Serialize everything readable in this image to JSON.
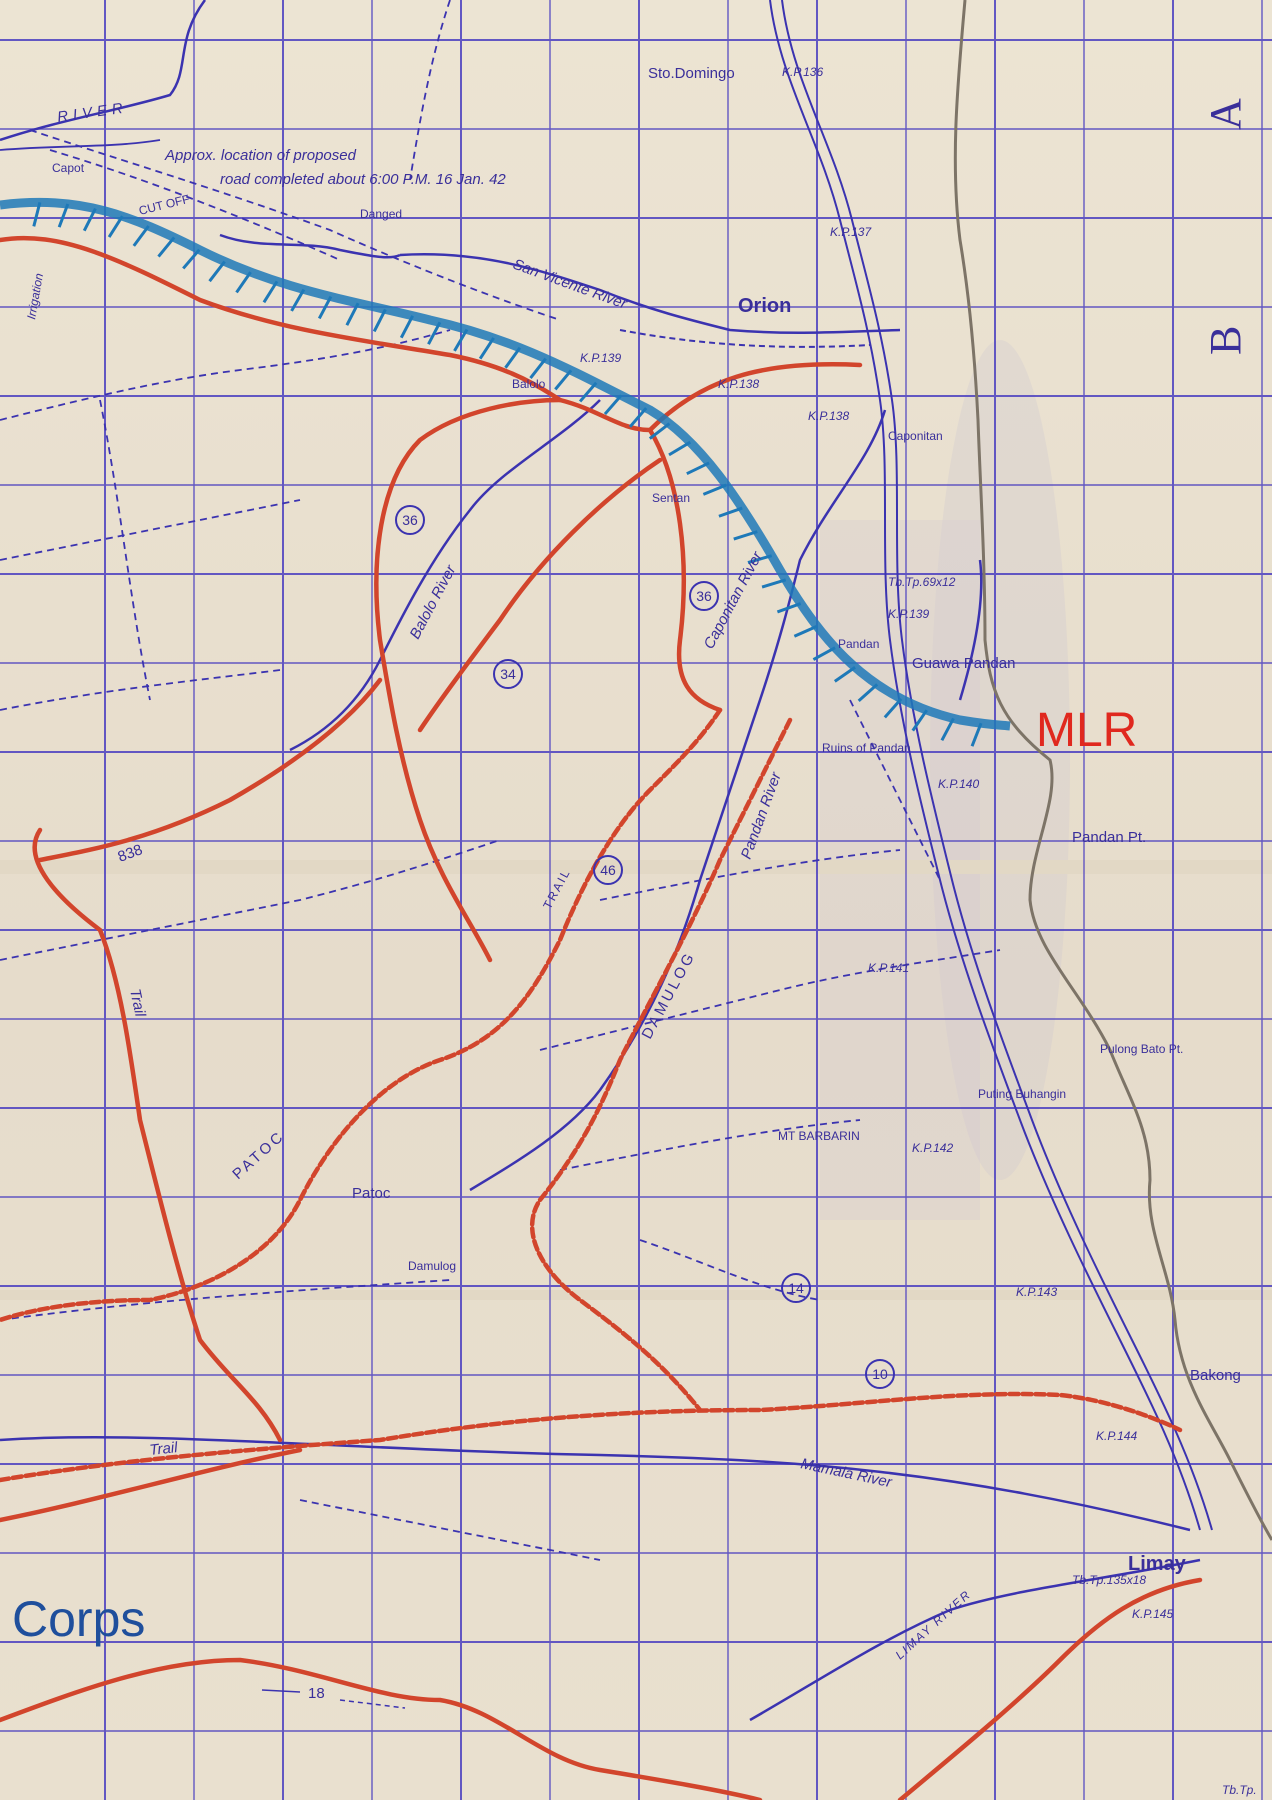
{
  "map": {
    "sheet_letters": [
      "A",
      "B"
    ],
    "places": {
      "sto_domingo": "Sto.Domingo",
      "orion": "Orion",
      "caponitan": "Caponitan",
      "danged": "Danged",
      "balolo": "Balolo",
      "sentan": "Sentan",
      "pandan": "Pandan",
      "guawa_pandan": "Guawa Pandan",
      "ruins_pandan": "Ruins of Pandan",
      "pandan_pt": "Pandan Pt.",
      "pulong_bato_pt": "Pulong Bato Pt.",
      "puting_buhangin": "Puting Buhangin",
      "mt_barbarin": "MT BARBARIN",
      "patoc": "Patoc",
      "damulog": "Damulog",
      "bakong": "Bakong",
      "limay": "Limay",
      "capot": "Capot"
    },
    "rivers": {
      "river_top": "RIVER",
      "san_vicente": "San Vicente River",
      "balolo": "Balolo River",
      "caponitan": "Caponitan River",
      "pandan": "Pandan River",
      "mamala": "Mamala River",
      "limay": "LIMAY RIVER",
      "irrigation": "Irrigation"
    },
    "trails": {
      "damulog": "DAMULOG",
      "patoc": "PATOC",
      "trail_46": "TRAIL",
      "trail_left": "Trail",
      "trail_bottom": "Trail",
      "cut_off": "CUT OFF"
    },
    "annotation": {
      "line1": "Approx. location of proposed",
      "line2": "road completed about 6:00 P.M. 16 Jan. 42"
    },
    "km_posts": {
      "kp136": "K.P.136",
      "kp137": "K.P.137",
      "kp138": "K.P.138",
      "kp139": "K.P.139",
      "kp140": "K.P.140",
      "kp141": "K.P.141",
      "kp142": "K.P.142",
      "kp143": "K.P.143",
      "kp144": "K.P.144",
      "kp145": "K.P.145",
      "kp139_road": "K.P.139",
      "kp138_right": "K.P.138",
      "tb_tp_1": "Tb.Tp.69x12",
      "tb_tp_2": "Tb.Tp.135x18",
      "tb_tp_3": "Tb.Tp."
    },
    "route_numbers": {
      "r36a": "36",
      "r36b": "36",
      "r34": "34",
      "r46": "46",
      "r14": "14",
      "r10": "10"
    },
    "misc": {
      "n838": "838",
      "dist18": "18"
    },
    "mlr_label": "MLR",
    "corps_label": "Corps",
    "colors": {
      "grid": "#4a3fc0",
      "river": "#3b33b0",
      "red_line": "#d2452c",
      "mlr_blue": "#1e79b8",
      "mlr_text": "#e0281e",
      "coast": "#7d7467",
      "paper": "#e9e1d0"
    }
  }
}
